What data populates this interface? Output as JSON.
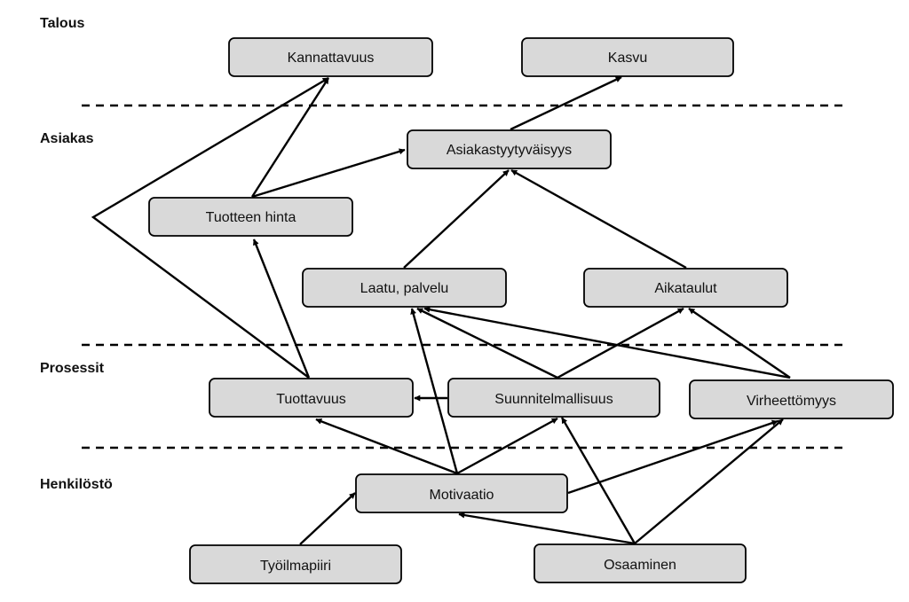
{
  "bands": [
    {
      "id": "talous",
      "label": "Talous"
    },
    {
      "id": "asiakas",
      "label": "Asiakas"
    },
    {
      "id": "prosessit",
      "label": "Prosessit"
    },
    {
      "id": "henkilosto",
      "label": "Henkilöstö"
    }
  ],
  "nodes": [
    {
      "id": "kannattavuus",
      "label": "Kannattavuus",
      "band": "talous"
    },
    {
      "id": "kasvu",
      "label": "Kasvu",
      "band": "talous"
    },
    {
      "id": "asiakastyytyvaisyys",
      "label": "Asiakastyytyväisyys",
      "band": "asiakas"
    },
    {
      "id": "tuotteen_hinta",
      "label": "Tuotteen hinta",
      "band": "asiakas"
    },
    {
      "id": "laatu_palvelu",
      "label": "Laatu, palvelu",
      "band": "asiakas"
    },
    {
      "id": "aikataulut",
      "label": "Aikataulut",
      "band": "asiakas"
    },
    {
      "id": "tuottavuus",
      "label": "Tuottavuus",
      "band": "prosessit"
    },
    {
      "id": "suunnitelmallisuus",
      "label": "Suunnitelmallisuus",
      "band": "prosessit"
    },
    {
      "id": "virheettomyys",
      "label": "Virheettömyys",
      "band": "prosessit"
    },
    {
      "id": "motivaatio",
      "label": "Motivaatio",
      "band": "henkilosto"
    },
    {
      "id": "tyoilmapiiri",
      "label": "Työilmapiiri",
      "band": "henkilosto"
    },
    {
      "id": "osaaminen",
      "label": "Osaaminen",
      "band": "henkilosto"
    }
  ],
  "edges": [
    {
      "from": "tuottavuus",
      "to": "kannattavuus"
    },
    {
      "from": "tuotteen_hinta",
      "to": "kannattavuus"
    },
    {
      "from": "asiakastyytyvaisyys",
      "to": "kasvu"
    },
    {
      "from": "tuotteen_hinta",
      "to": "asiakastyytyvaisyys"
    },
    {
      "from": "laatu_palvelu",
      "to": "asiakastyytyvaisyys"
    },
    {
      "from": "aikataulut",
      "to": "asiakastyytyvaisyys"
    },
    {
      "from": "tuottavuus",
      "to": "tuotteen_hinta"
    },
    {
      "from": "motivaatio",
      "to": "laatu_palvelu"
    },
    {
      "from": "suunnitelmallisuus",
      "to": "laatu_palvelu"
    },
    {
      "from": "virheettomyys",
      "to": "laatu_palvelu"
    },
    {
      "from": "suunnitelmallisuus",
      "to": "aikataulut"
    },
    {
      "from": "virheettomyys",
      "to": "aikataulut"
    },
    {
      "from": "suunnitelmallisuus",
      "to": "tuottavuus"
    },
    {
      "from": "motivaatio",
      "to": "tuottavuus"
    },
    {
      "from": "motivaatio",
      "to": "suunnitelmallisuus"
    },
    {
      "from": "motivaatio",
      "to": "virheettomyys"
    },
    {
      "from": "tyoilmapiiri",
      "to": "motivaatio"
    },
    {
      "from": "osaaminen",
      "to": "motivaatio"
    },
    {
      "from": "osaaminen",
      "to": "suunnitelmallisuus"
    },
    {
      "from": "osaaminen",
      "to": "virheettomyys"
    }
  ]
}
